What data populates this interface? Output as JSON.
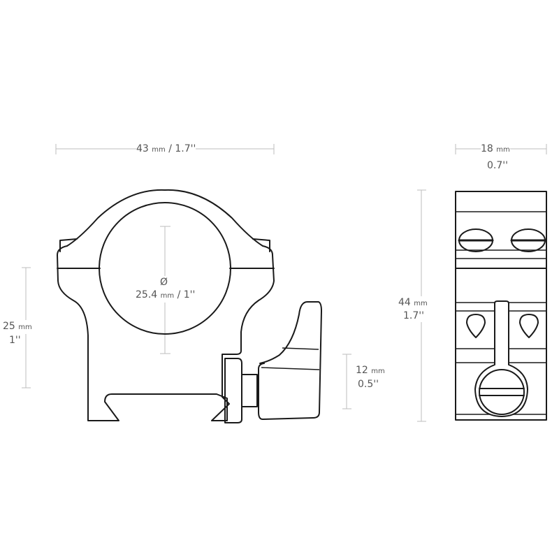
{
  "front_view": {
    "width_label": "43",
    "width_unit": "mm",
    "width_inch": "/ 1.7''",
    "height_label": "25",
    "height_unit": "mm",
    "height_inch": "1''",
    "diameter_symbol": "Ø",
    "diameter_value": "25.4",
    "diameter_unit": "mm",
    "diameter_inch": "/ 1''",
    "lever_label": "12",
    "lever_unit": "mm",
    "lever_inch": "0.5''"
  },
  "side_view": {
    "width_label": "18",
    "width_unit": "mm",
    "width_inch": "0.7''",
    "height_label": "44",
    "height_unit": "mm",
    "height_inch": "1.7''"
  }
}
